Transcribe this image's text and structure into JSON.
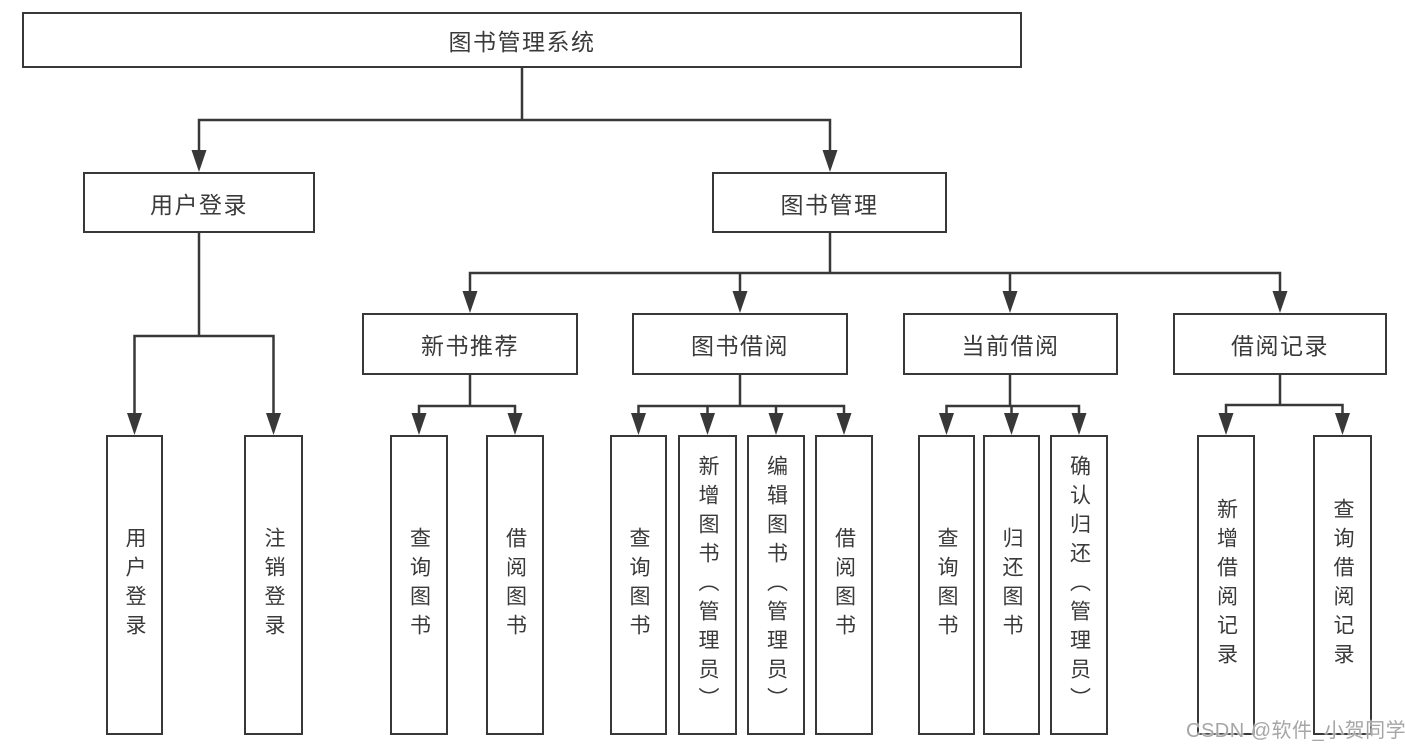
{
  "diagram": {
    "root": {
      "label": "图书管理系统"
    },
    "level2": [
      {
        "label": "用户登录"
      },
      {
        "label": "图书管理"
      }
    ],
    "level3": [
      {
        "label": "新书推荐"
      },
      {
        "label": "图书借阅"
      },
      {
        "label": "当前借阅"
      },
      {
        "label": "借阅记录"
      }
    ],
    "leaves": {
      "user_login": [
        "用户登录",
        "注销登录"
      ],
      "new_book": [
        "查询图书",
        "借阅图书"
      ],
      "book_borrow": [
        "查询图书",
        "新增图书（管理员）",
        "编辑图书（管理员）",
        "借阅图书"
      ],
      "current_borrow": [
        "查询图书",
        "归还图书",
        "确认归还（管理员）"
      ],
      "borrow_record": [
        "新增借阅记录",
        "查询借阅记录"
      ]
    }
  },
  "watermark": {
    "text": "CSDN @软件_小贺同学"
  },
  "colors": {
    "line": "#383838",
    "box_border": "#383838",
    "text": "#3a3a3a",
    "watermark": "#a6a6a6",
    "background": "#ffffff"
  }
}
